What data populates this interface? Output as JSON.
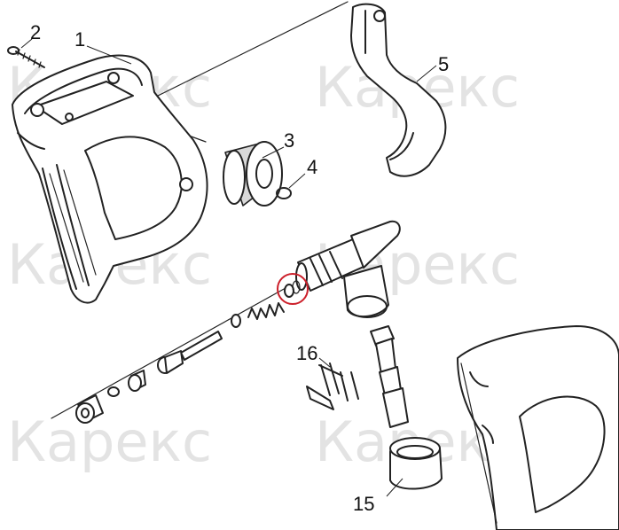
{
  "watermark": {
    "text": "Карекс"
  },
  "callouts": [
    {
      "id": "1",
      "label": "1"
    },
    {
      "id": "2",
      "label": "2"
    },
    {
      "id": "3",
      "label": "3"
    },
    {
      "id": "4",
      "label": "4"
    },
    {
      "id": "5",
      "label": "5"
    },
    {
      "id": "15",
      "label": "15"
    },
    {
      "id": "16",
      "label": "16"
    }
  ],
  "colors": {
    "ink": "#222222",
    "highlight": "#cc1f2a",
    "watermark": "#e3e3e3"
  }
}
